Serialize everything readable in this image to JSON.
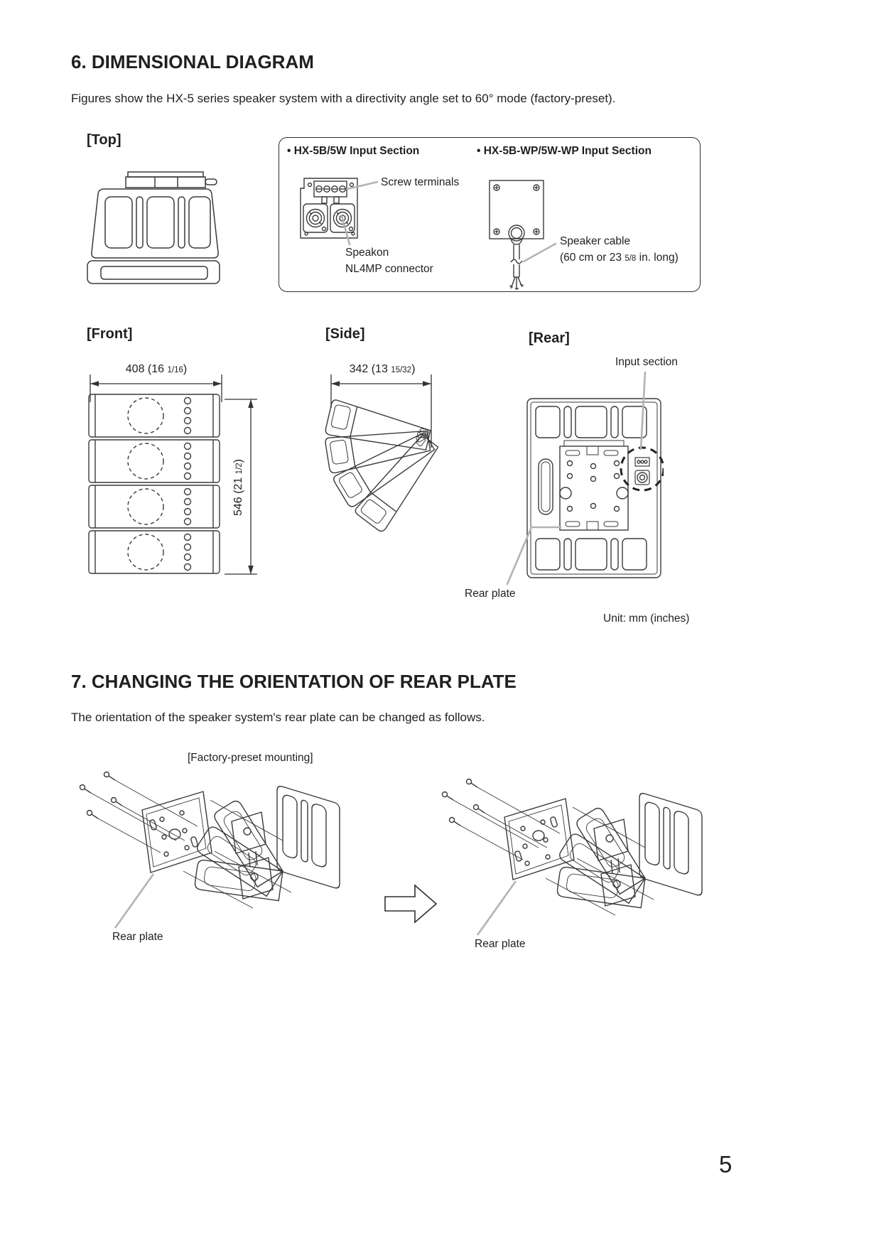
{
  "section6": {
    "heading": "6. DIMENSIONAL DIAGRAM",
    "intro": "Figures show the HX-5 series speaker system with a directivity angle set to 60° mode (factory-preset).",
    "view_labels": {
      "top": "[Top]",
      "front": "[Front]",
      "side": "[Side]",
      "rear": "[Rear]"
    },
    "input_box": {
      "left_title": "• HX-5B/5W Input Section",
      "right_title": "• HX-5B-WP/5W-WP Input Section",
      "screw_terminals": "Screw terminals",
      "speakon_line1": "Speakon",
      "speakon_line2": "NL4MP connector",
      "cable_line1": "Speaker cable",
      "cable_line2_pre": "(60 cm or 23 ",
      "cable_line2_frac": "5/8",
      "cable_line2_post": " in. long)"
    },
    "dimensions": {
      "width_pre": "408 (16 ",
      "width_frac": "1/16",
      "width_post": ")",
      "depth_pre": "342 (13 ",
      "depth_frac": "15/32",
      "depth_post": ")",
      "height_pre": "546 (21 ",
      "height_frac": "1/2",
      "height_post": ")"
    },
    "callouts": {
      "input_section": "Input section",
      "rear_plate": "Rear plate"
    },
    "unit_note": "Unit: mm (inches)"
  },
  "section7": {
    "heading": "7. CHANGING THE ORIENTATION OF REAR PLATE",
    "intro": "The orientation of the speaker system's rear plate can be changed as follows.",
    "factory_preset_label": "[Factory-preset mounting]",
    "callouts": {
      "left_rear_plate": "Rear plate",
      "right_rear_plate": "Rear plate"
    }
  },
  "page": {
    "number": "5"
  }
}
